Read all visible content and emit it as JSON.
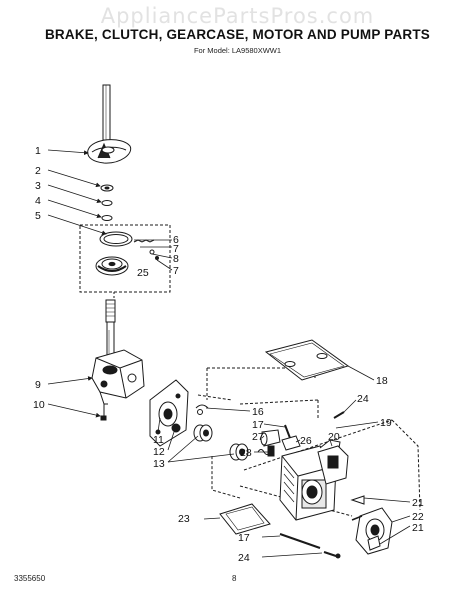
{
  "watermark": "AppliancePartsPros.com",
  "title": "BRAKE, CLUTCH, GEARCASE, MOTOR AND PUMP PARTS",
  "model_line": "For Model: LA9580XWW1",
  "footer": {
    "code": "3355650",
    "page": "8"
  },
  "callouts": {
    "c1": "1",
    "c2": "2",
    "c3": "3",
    "c4": "4",
    "c5": "5",
    "c6": "6",
    "c7a": "7",
    "c8": "8",
    "c7b": "7",
    "c25": "25",
    "c9": "9",
    "c10": "10",
    "c11": "11",
    "c12": "12",
    "c13": "13",
    "c16": "16",
    "c17a": "17",
    "c27": "27",
    "c26": "26",
    "c28": "28",
    "c20": "20",
    "c18": "18",
    "c24a": "24",
    "c19": "19",
    "c21a": "21",
    "c22": "22",
    "c21b": "21",
    "c23": "23",
    "c17b": "17",
    "c24b": "24"
  },
  "colors": {
    "ink": "#1a1a1a",
    "watermark": "#e2e2e2"
  }
}
